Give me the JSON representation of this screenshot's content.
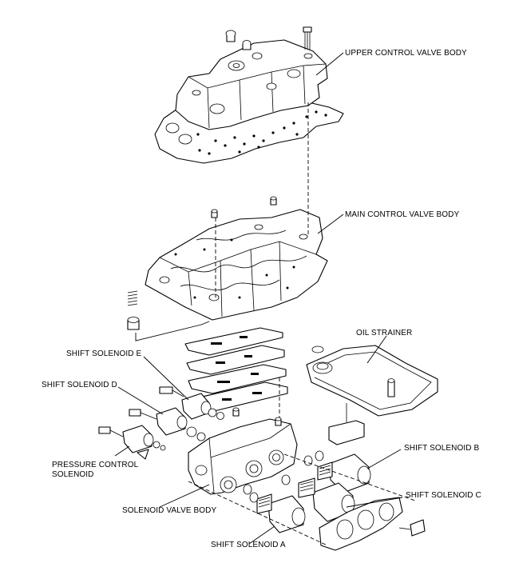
{
  "labels": {
    "upper_control_valve_body": "UPPER CONTROL VALVE BODY",
    "main_control_valve_body": "MAIN CONTROL VALVE BODY",
    "oil_strainer": "OIL STRAINER",
    "shift_solenoid_e": "SHIFT SOLENOID E",
    "shift_solenoid_d": "SHIFT SOLENOID D",
    "pressure_control_solenoid_1": "PRESSURE CONTROL",
    "pressure_control_solenoid_2": "SOLENOID",
    "shift_solenoid_b": "SHIFT SOLENOID B",
    "shift_solenoid_c": "SHIFT SOLENOID C",
    "solenoid_valve_body": "SOLENOID VALVE BODY",
    "shift_solenoid_a": "SHIFT SOLENOID A"
  }
}
